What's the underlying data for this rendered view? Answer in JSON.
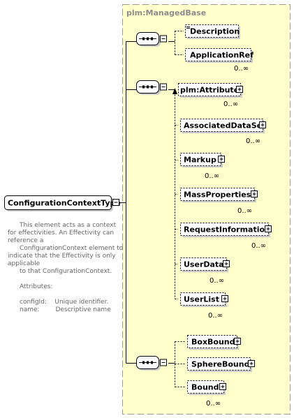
{
  "colors": {
    "base_fill": "#ffffcc",
    "base_stroke": "#9a9a9a",
    "box_fill": "#ffffff",
    "shadow": "#cccccc",
    "connector": "#000000",
    "doc_text": "#666666"
  },
  "diagram": {
    "root": {
      "label": "ConfigurationContextType"
    },
    "base": {
      "label": "plm:ManagedBase"
    },
    "documentation": [
      "This element acts as a context",
      "for effectivities. An Effectivity can",
      "reference a",
      "ConfigurationContext element to",
      "indicate that the Effectivity is only",
      "applicable",
      "to that ConfigurationContext.",
      "",
      "Attributes:",
      "",
      "configId:    Unique identifier.",
      "name:        Descriptive name"
    ],
    "groups": [
      {
        "compositor": "sequence",
        "elements": [
          {
            "label": "Description",
            "cardinality": "",
            "optional": true,
            "expandable": false,
            "doc_marker": true
          },
          {
            "label": "ApplicationRef",
            "cardinality": "0..∞",
            "optional": true,
            "expandable": false,
            "doc_marker": false
          }
        ]
      },
      {
        "compositor": "sequence",
        "elements": [
          {
            "label": "plm:Attribute",
            "cardinality": "0..∞",
            "optional": true,
            "expandable": true,
            "doc_marker": false
          },
          {
            "label": "AssociatedDataSet",
            "cardinality": "0..∞",
            "optional": true,
            "expandable": true,
            "doc_marker": false
          },
          {
            "label": "Markup",
            "cardinality": "0..∞",
            "optional": true,
            "expandable": true,
            "doc_marker": false
          },
          {
            "label": "MassProperties",
            "cardinality": "0..∞",
            "optional": true,
            "expandable": true,
            "doc_marker": false
          },
          {
            "label": "RequestInformation",
            "cardinality": "0..∞",
            "optional": true,
            "expandable": true,
            "doc_marker": false
          },
          {
            "label": "UserData",
            "cardinality": "0..∞",
            "optional": true,
            "expandable": true,
            "doc_marker": false
          },
          {
            "label": "UserList",
            "cardinality": "0..∞",
            "optional": true,
            "expandable": true,
            "doc_marker": false
          }
        ]
      },
      {
        "compositor": "sequence",
        "elements": [
          {
            "label": "BoxBound",
            "cardinality": "",
            "optional": true,
            "expandable": true,
            "doc_marker": false
          },
          {
            "label": "SphereBound",
            "cardinality": "",
            "optional": true,
            "expandable": true,
            "doc_marker": false
          },
          {
            "label": "Bound",
            "cardinality": "0..∞",
            "optional": true,
            "expandable": true,
            "doc_marker": false
          }
        ]
      }
    ]
  }
}
